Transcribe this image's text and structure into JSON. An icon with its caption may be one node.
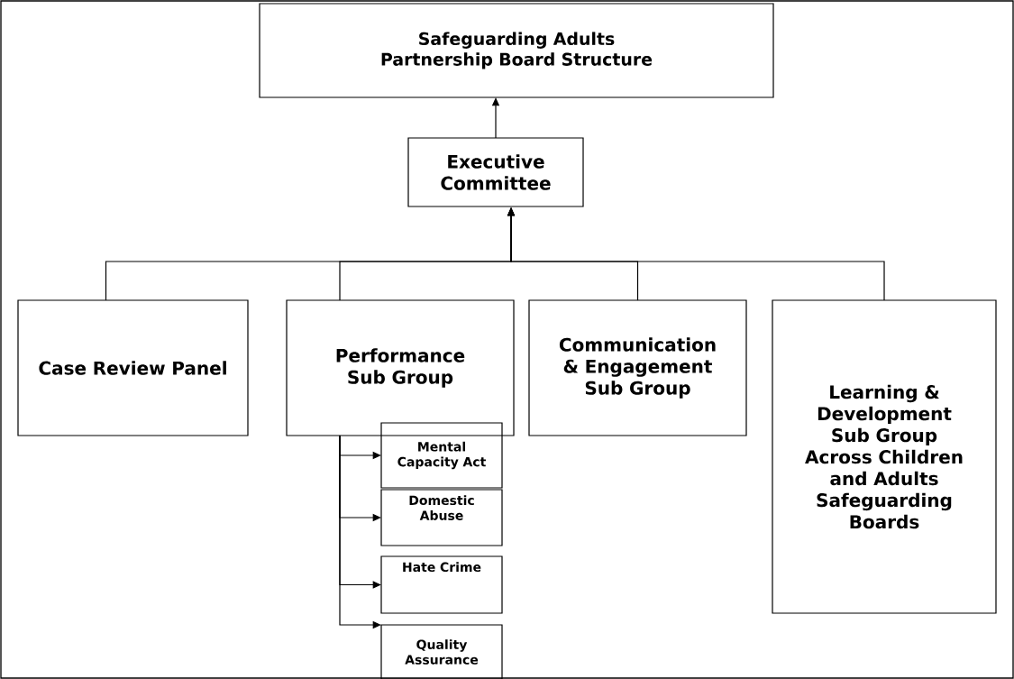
{
  "diagram": {
    "nodes": [
      {
        "text": [
          "Safeguarding Adults Partnership Board Structure"
        ]
      },
      {
        "text": [
          "Executive Committee"
        ]
      },
      {
        "text": [
          "Case Review Panel"
        ]
      },
      {
        "text": [
          "Performance Sub Group"
        ]
      },
      {
        "text": [
          "Communication & Engagement Sub Group"
        ]
      },
      {
        "text": [
          "Learning & Development Sub Group Across Children and Adults Safeguarding Boards"
        ]
      },
      {
        "text": [
          "Mental Capacity Act"
        ]
      },
      {
        "text": [
          "Domestic Abuse"
        ]
      },
      {
        "text": [
          "Hate Crime"
        ]
      },
      {
        "text": [
          "Quality Assurance"
        ]
      }
    ],
    "edges": [
      {
        "from": 1,
        "to": 0,
        "arrow": "to"
      },
      {
        "from": 2,
        "to": 1,
        "arrow": "to"
      },
      {
        "from": 3,
        "to": 1,
        "arrow": "to"
      },
      {
        "from": 4,
        "to": 1,
        "arrow": "to"
      },
      {
        "from": 5,
        "to": 1,
        "arrow": "to"
      },
      {
        "from": 3,
        "to": 6,
        "arrow": "to"
      },
      {
        "from": 3,
        "to": 7,
        "arrow": "to"
      },
      {
        "from": 3,
        "to": 8,
        "arrow": "to"
      },
      {
        "from": 3,
        "to": 9,
        "arrow": "to"
      }
    ]
  }
}
